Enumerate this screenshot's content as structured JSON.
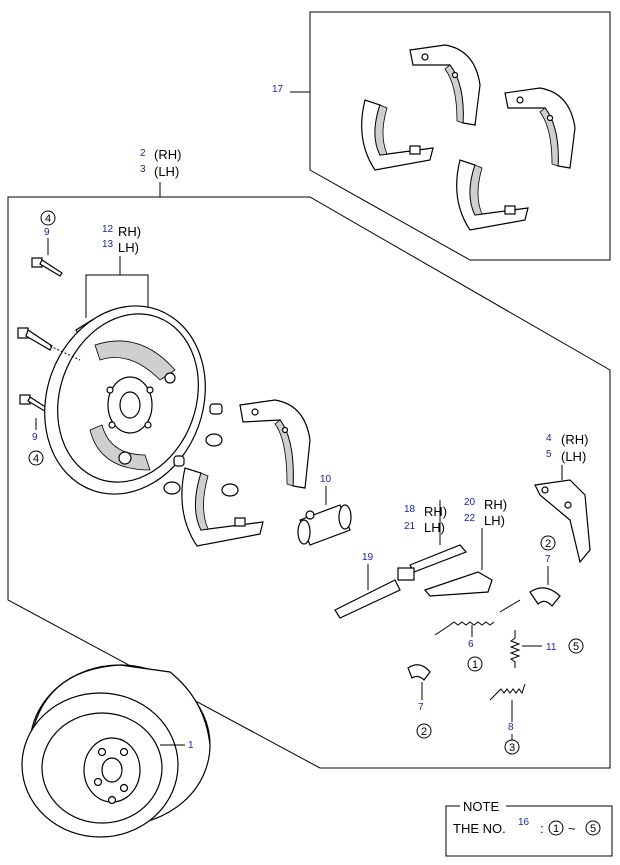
{
  "callouts": {
    "c1": "1",
    "c2": "2",
    "c3": "3",
    "c4": "4",
    "c5": "5",
    "c6": "6",
    "c7": "7",
    "c7b": "7",
    "c8": "8",
    "c9": "9",
    "c9b": "9",
    "c10": "10",
    "c11": "11",
    "c12": "12",
    "c13": "13",
    "c16": "16",
    "c17": "17",
    "c18": "18",
    "c19": "19",
    "c20": "20",
    "c21": "21",
    "c22": "22"
  },
  "sides": {
    "rh": "(RH)",
    "lh": "(LH)",
    "rh_short": "RH)",
    "lh_short": "LH)"
  },
  "circled": {
    "one": "1",
    "two": "2",
    "three": "3",
    "four": "4",
    "five": "5"
  },
  "note": {
    "title": "NOTE",
    "label": "THE NO.",
    "colon": ":",
    "tilde": "~"
  }
}
